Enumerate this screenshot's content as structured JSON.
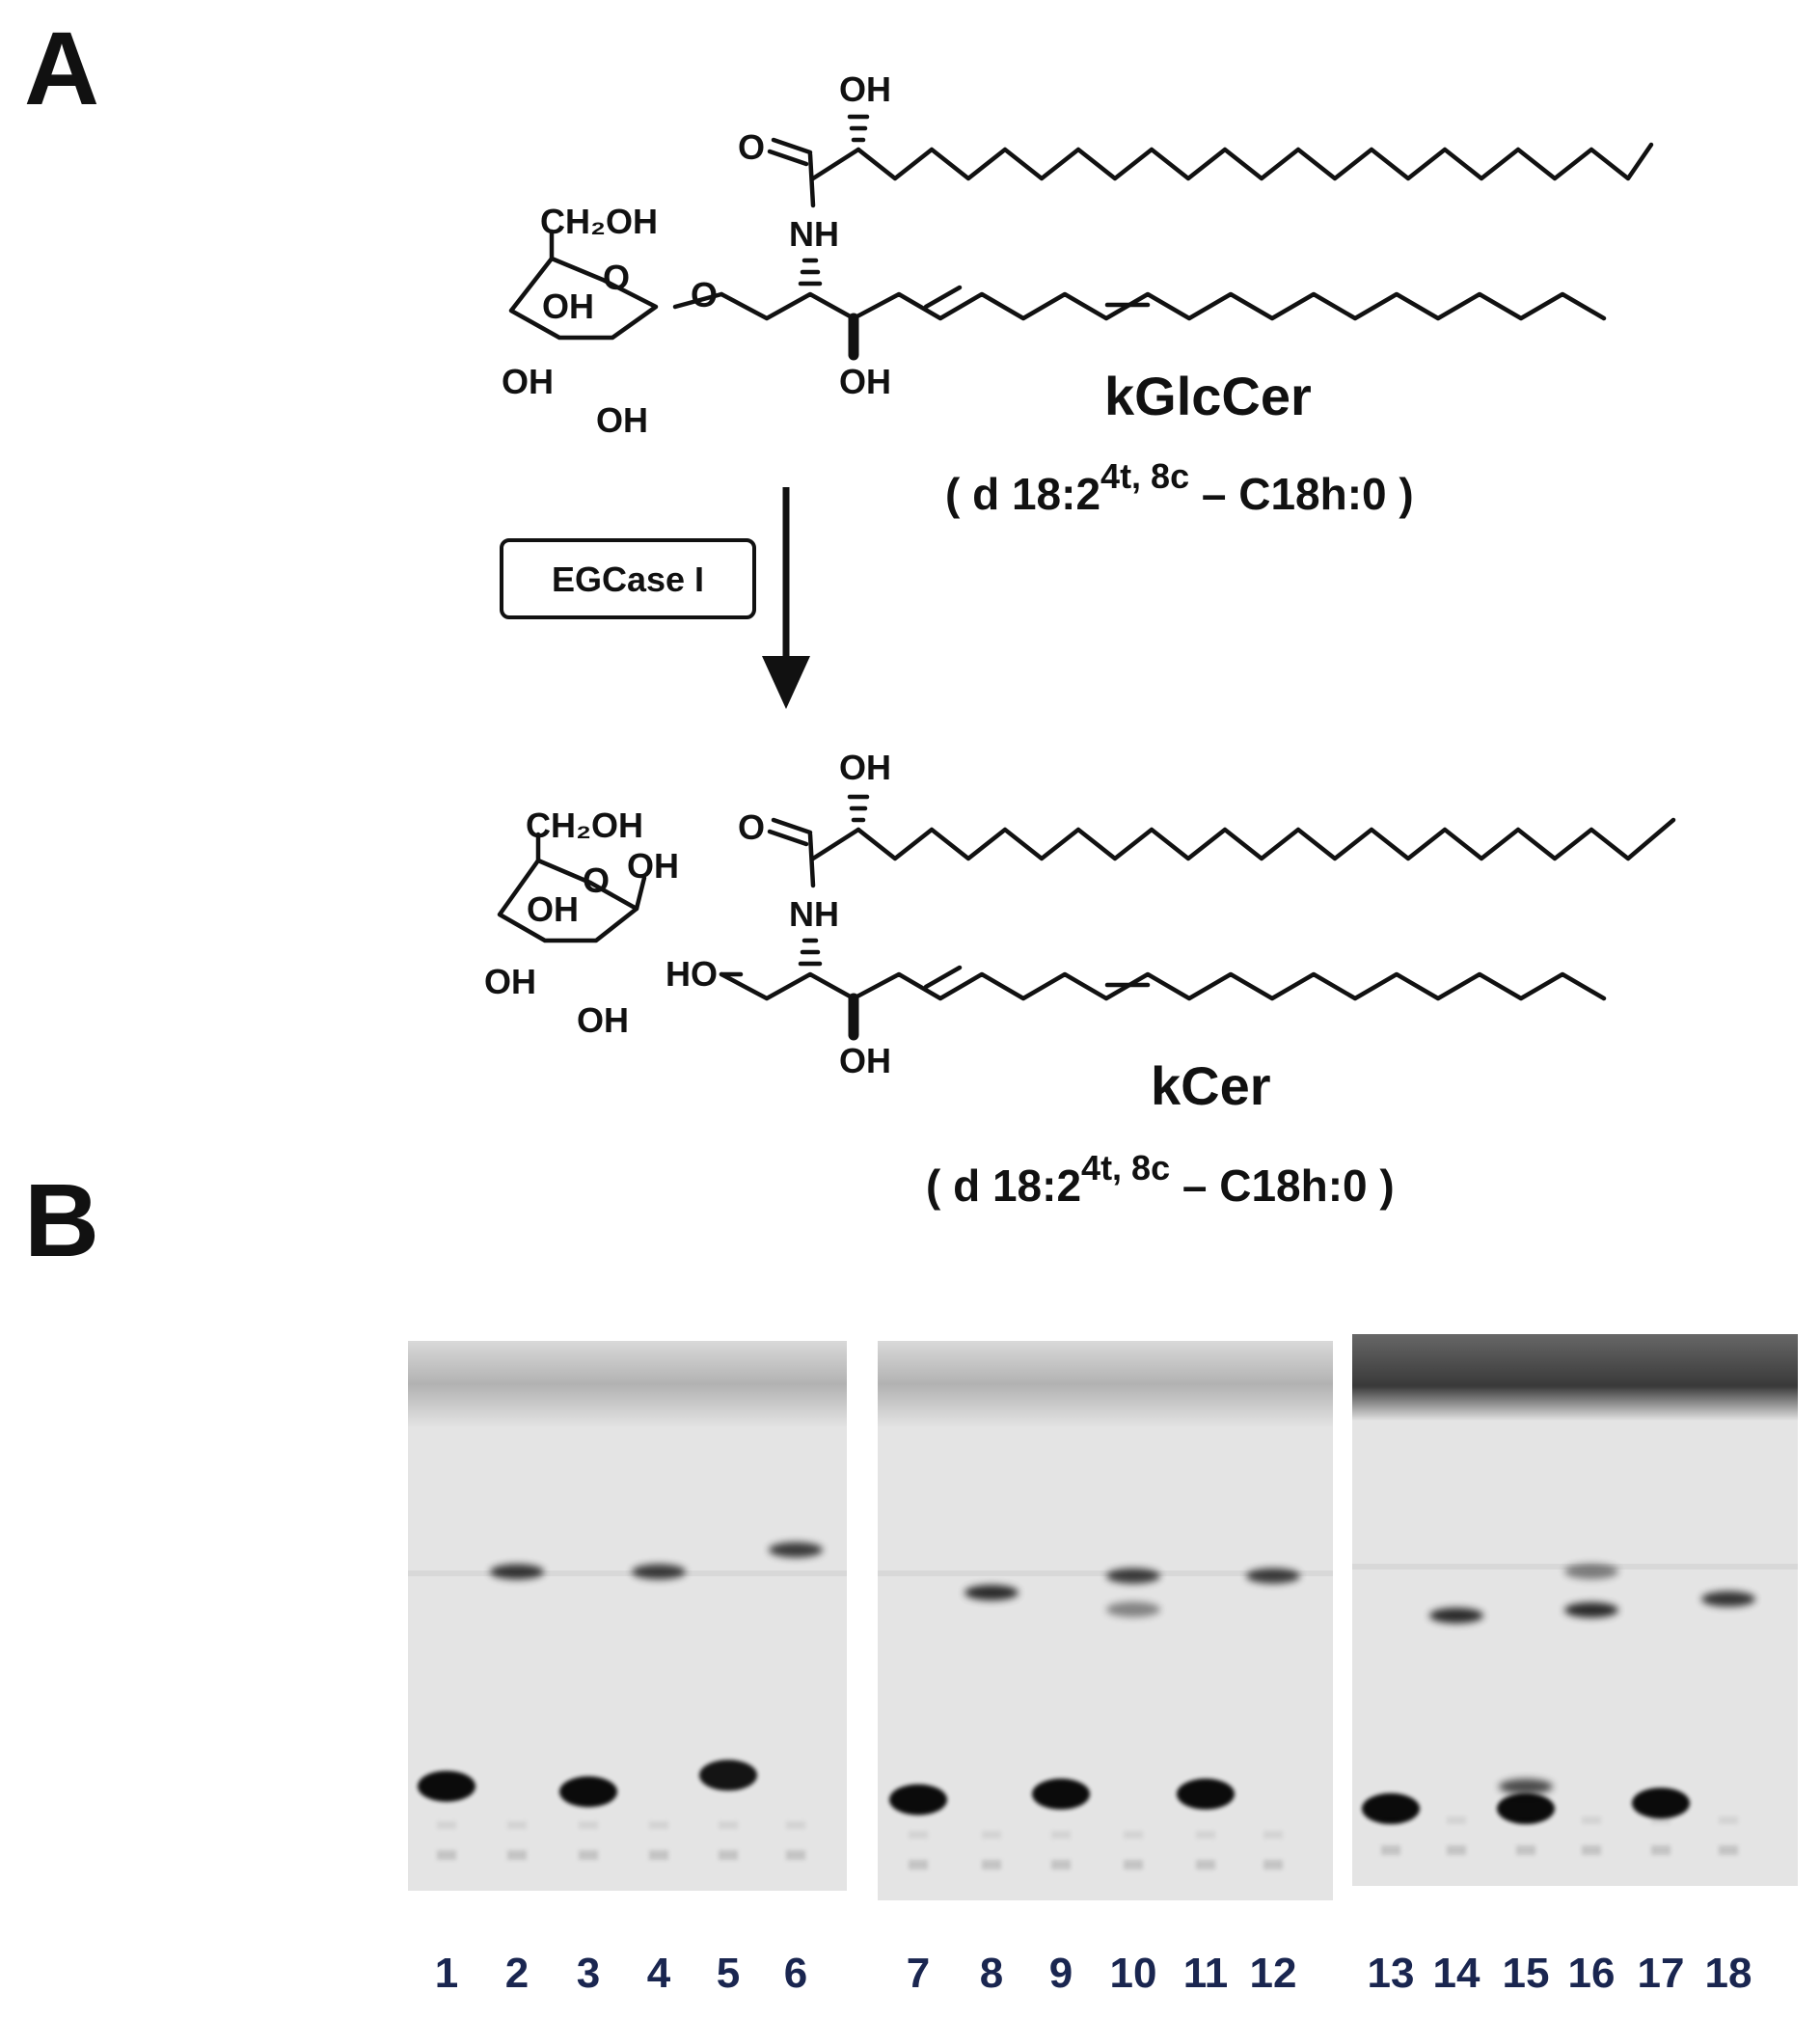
{
  "panels": {
    "a": {
      "letter": "A"
    },
    "b": {
      "letter": "B"
    }
  },
  "scheme": {
    "substrate": {
      "name": "kGlcCer",
      "formula_prefix": "( d 18:2",
      "formula_sup": "4t, 8c",
      "formula_suffix": " – C18h:0 )",
      "atoms": {
        "oh_top": "OH",
        "carbonyl_o": "O",
        "nh": "NH",
        "ch2oh": "CH₂OH",
        "ring_o": "O",
        "oh_ring1": "OH",
        "oh_ring2": "OH",
        "oh_ring3": "OH",
        "glyco_o": "O",
        "oh_c3": "OH"
      }
    },
    "enzyme": {
      "label": "EGCase I"
    },
    "product": {
      "name": "kCer",
      "formula_prefix": "( d 18:2",
      "formula_sup": "4t, 8c",
      "formula_suffix": " – C18h:0 )",
      "atoms": {
        "oh_top": "OH",
        "carbonyl_o": "O",
        "nh": "NH",
        "ho_c1": "HO",
        "oh_c3": "OH"
      }
    },
    "glucose": {
      "atoms": {
        "ch2oh": "CH₂OH",
        "ring_o": "O",
        "oh_anomeric": "OH",
        "oh_ring1": "OH",
        "oh_ring2": "OH",
        "oh_ring3": "OH"
      }
    }
  },
  "tlc": {
    "lanes": [
      "1",
      "2",
      "3",
      "4",
      "5",
      "6",
      "7",
      "8",
      "9",
      "10",
      "11",
      "12",
      "13",
      "14",
      "15",
      "16",
      "17",
      "18"
    ],
    "plates": [
      {
        "name": "plate-1",
        "spots": [
          {
            "lane": "1",
            "rf": 0.81,
            "intensity": 1.0
          },
          {
            "lane": "2",
            "rf": 0.42,
            "intensity": 0.75
          },
          {
            "lane": "3",
            "rf": 0.82,
            "intensity": 1.0
          },
          {
            "lane": "4",
            "rf": 0.42,
            "intensity": 0.7
          },
          {
            "lane": "5",
            "rf": 0.79,
            "intensity": 0.95
          },
          {
            "lane": "6",
            "rf": 0.38,
            "intensity": 0.7
          }
        ]
      },
      {
        "name": "plate-2",
        "spots": [
          {
            "lane": "7",
            "rf": 0.82,
            "intensity": 1.0
          },
          {
            "lane": "8",
            "rf": 0.45,
            "intensity": 0.8
          },
          {
            "lane": "9",
            "rf": 0.81,
            "intensity": 1.0
          },
          {
            "lane": "10",
            "rf": 0.42,
            "intensity": 0.7
          },
          {
            "lane": "10",
            "rf": 0.48,
            "intensity": 0.25
          },
          {
            "lane": "11",
            "rf": 0.81,
            "intensity": 1.0
          },
          {
            "lane": "12",
            "rf": 0.42,
            "intensity": 0.7
          }
        ]
      },
      {
        "name": "plate-3",
        "spots": [
          {
            "lane": "13",
            "rf": 0.86,
            "intensity": 1.0
          },
          {
            "lane": "14",
            "rf": 0.51,
            "intensity": 0.8
          },
          {
            "lane": "15",
            "rf": 0.86,
            "intensity": 1.0
          },
          {
            "lane": "15",
            "rf": 0.82,
            "intensity": 0.6
          },
          {
            "lane": "16",
            "rf": 0.5,
            "intensity": 0.8
          },
          {
            "lane": "16",
            "rf": 0.43,
            "intensity": 0.3
          },
          {
            "lane": "17",
            "rf": 0.85,
            "intensity": 1.0
          },
          {
            "lane": "18",
            "rf": 0.48,
            "intensity": 0.75
          }
        ]
      }
    ]
  }
}
